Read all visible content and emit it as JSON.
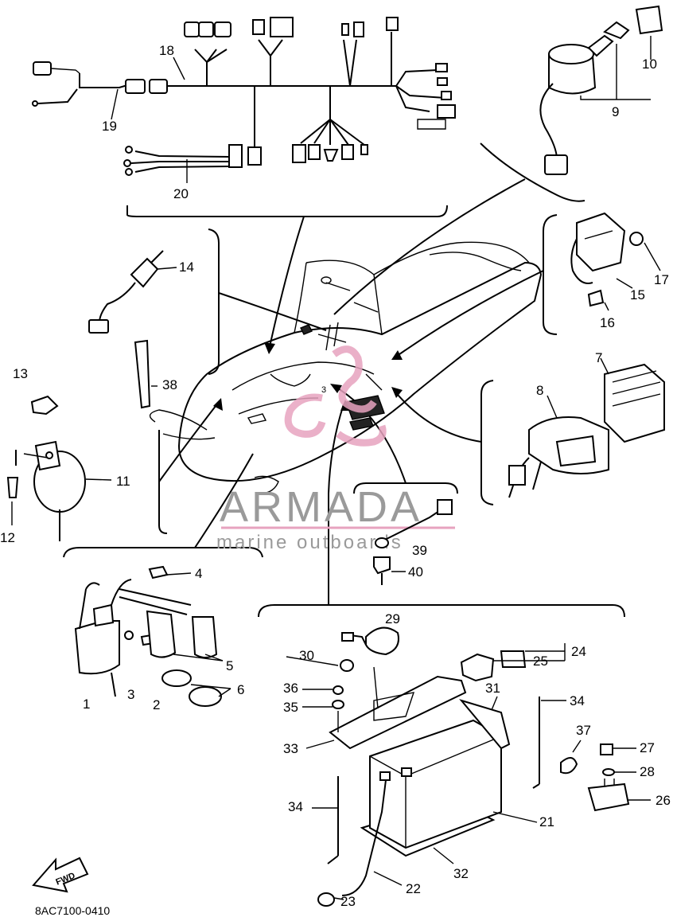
{
  "diagram": {
    "drawing_code": "8AC7100-0410",
    "fwd_label": "FWD",
    "watermark": {
      "brand": "ARMADA",
      "tagline": "marine outboards",
      "color_brand": "#9a9a9a",
      "color_logo": "#e7a3bf"
    },
    "callouts": {
      "c1": "1",
      "c2": "2",
      "c3": "3",
      "c4": "4",
      "c5": "5",
      "c6": "6",
      "c7": "7",
      "c8": "8",
      "c9": "9",
      "c10": "10",
      "c11": "11",
      "c12": "12",
      "c13": "13",
      "c14": "14",
      "c15": "15",
      "c16": "16",
      "c17": "17",
      "c18": "18",
      "c19": "19",
      "c20": "20",
      "c21": "21",
      "c22": "22",
      "c23": "23",
      "c24": "24",
      "c25": "25",
      "c26": "26",
      "c27": "27",
      "c28": "28",
      "c29": "29",
      "c30": "30",
      "c31": "31",
      "c32": "32",
      "c33": "33",
      "c34a": "34",
      "c34b": "34",
      "c35": "35",
      "c36": "36",
      "c37": "37",
      "c38": "38",
      "c39": "39",
      "c40": "40"
    },
    "sled_marker": "3"
  }
}
